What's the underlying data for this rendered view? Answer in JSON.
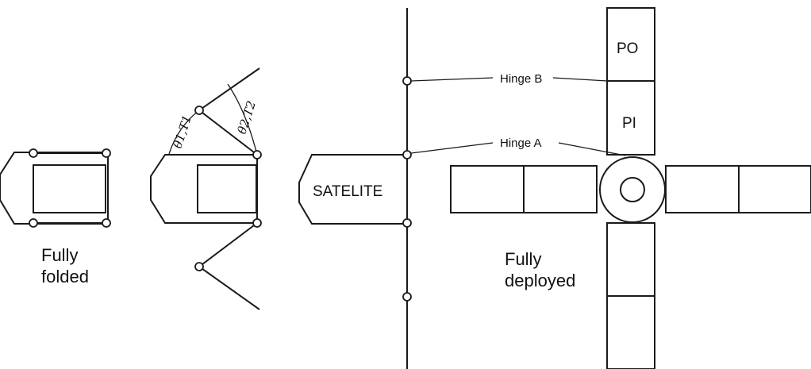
{
  "labels": {
    "fully_folded": [
      "Fully",
      "folded"
    ],
    "fully_deployed": [
      "Fully",
      "deployed"
    ],
    "satellite": "SATELITE",
    "hinge_b": "Hinge B",
    "hinge_a": "Hinge A",
    "panel_outer": "PO",
    "panel_inner": "PI",
    "angle_1": "θ1,T1",
    "angle_2": "θ2,T2"
  }
}
